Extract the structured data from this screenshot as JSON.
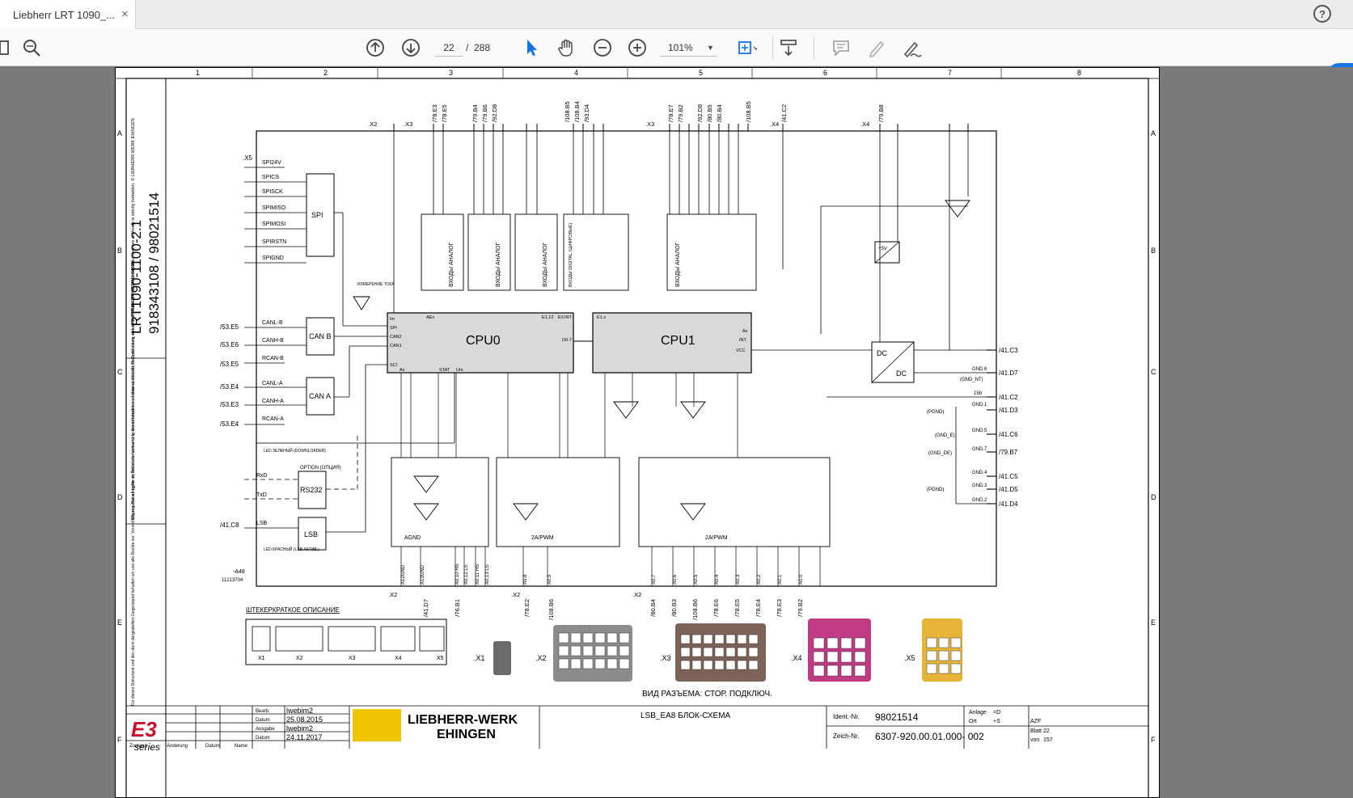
{
  "tab": {
    "title": "Liebherr LRT 1090_...",
    "close": "×"
  },
  "toolbar": {
    "page_current": "22",
    "page_sep": "/",
    "page_total": "288",
    "zoom": "101%",
    "help": "?"
  },
  "drawing": {
    "doc_number_lines": [
      "LRT1090-1100-2.1",
      "918343108  /  98021514"
    ],
    "columns": [
      "1",
      "2",
      "3",
      "4",
      "5",
      "6",
      "7",
      "8"
    ],
    "rows": [
      "A",
      "B",
      "C",
      "D",
      "E",
      "F"
    ],
    "cpu0": "CPU0",
    "cpu1": "CPU1",
    "blocks": {
      "spi": "SPI",
      "canb": "CAN B",
      "cana": "CAN A",
      "rs232": "RS232",
      "lsb": "LSB",
      "dc1": "DC",
      "dc2": "DC",
      "dc_small": "+5V"
    },
    "x5_pins": [
      "SPI24V",
      "SPICS",
      "SPISCK",
      "SPIMISO",
      "SPIMOSI",
      "SPIRSTN",
      "SPIGND"
    ],
    "x4_can": [
      "CANL-B",
      "CANH-B",
      "RCAN-B",
      "CANL-A",
      "CANH-A",
      "RCAN-A"
    ],
    "left_refs": [
      "/53.E5",
      "/53.E6",
      "/53.E5",
      "/53.E4",
      "/53.E3",
      "/53.E4",
      "/41.C8"
    ],
    "right_refs": [
      "/41.C3",
      "/41.D7",
      "/41.C2",
      "/41.D3",
      "/41.C6",
      "/79.B7",
      "/41.C5",
      "/41.D5",
      "/41.D4"
    ],
    "right_labels": [
      "GND.6",
      "(GND_NT)",
      "15b",
      "GND.1",
      "(PGND)",
      "GND.5",
      "(GND_E)",
      "GND.7",
      "(GND_DE)",
      "GND.4",
      "GND.3",
      "GND.2",
      "(PGND)"
    ],
    "top_refs": [
      ".X2",
      ".X3",
      "/78.E3",
      "/78.E5",
      "/79.B4",
      "/79.B6",
      "/92.D8",
      "/108.B5",
      "/108.B4",
      "/93.D4",
      ".X3",
      "/78.E7",
      "/79.B2",
      "/92.D8",
      "/80.B5",
      "/80.B4",
      "/108.B5",
      ".X4",
      "/41.C2",
      ".X4",
      "/79.B8"
    ],
    "bottom_refs": [
      ".X2",
      "/41.D7",
      "/76.B1",
      ".X2",
      "/78.E2",
      "/108.B6",
      ".X2",
      "/80.B4",
      "/80.B3",
      "/108.B6",
      "/78.E6",
      "/78.E5",
      "/78.E4",
      "/78.E3",
      "/79.B2"
    ],
    "bottom_signals": [
      "A12GND",
      "A13GND",
      "A0.10 HS",
      "A0.12 LS",
      "A0.11 HS",
      "A0.13 LS",
      "A0.8",
      "A0.9",
      "A0.7",
      "A0.6",
      "A0.5",
      "A0.4",
      "A0.3",
      "A0.2",
      "A0.1",
      "A0.0"
    ],
    "cpu_pins": [
      "Im",
      "SPI",
      "CAN2",
      "CAN1",
      "SCI",
      "Ax",
      "STAT",
      "Um",
      "AEx",
      "E1.12",
      "EX",
      "INT",
      "D0-7",
      "E1.x",
      "Ax",
      "INT",
      "VCC"
    ],
    "led_green": "LED ЗЕЛЕНЫЙ (DOWNLOADER)",
    "led_red": "LED КРАСНЫЙ (LSB АКТИВ.)",
    "option": "OPTION (ОПЦИЯ)",
    "rxd": "RxD",
    "txd": "TxD",
    "lsb_pin": "LSB",
    "a48": "-A48",
    "a48_num": "11213704",
    "plug_title": "ШТЕКЕРКРАТКОЕ ОПИСАНИЕ",
    "plug_labels": [
      "X1",
      "X2",
      "X3",
      "X4",
      "X5"
    ],
    "connector_labels": [
      ".X1",
      ".X2",
      ".X3",
      ".X4",
      ".X5"
    ],
    "connector_view": "ВИД РАЗЪЕМА: СТОР. ПОДКЛЮЧ.",
    "inputs_analog": "ВХОДЫ АНАЛОГ",
    "inputs_digital": "ВХОДЫ DIGITAL (ЦИФРОВЫЕ)",
    "measure": "ИЗМЕРЕНИЕ ТОКА",
    "copyright_left": "We reserve all rights in this document and in the information contained therein. Reproduction, use or disclosure to third parties without express authority is strictly forbidden. © LIEBHERR WERK EHINGEN",
    "copyright_de": "Für dieses Dokument und den darin dargestellten Gegenstand behalten wir uns alle Rechte vor. Vervielfältigung, Bekanntgabe an Dritte oder Verwertung seines Inhaltes sind ohne ausdrückliche Zustimmung verboten. © LIEBHERR WERK EHINGEN",
    "e3": "E3",
    "series": "series",
    "title_block": {
      "bearb": "Bearb.",
      "datum": "Datum",
      "ausgabe": "Ausgabe",
      "datum2": "Datum",
      "bearb_val": "lwebim2",
      "datum_val": "25.08.2015",
      "ausgabe_val": "lwebim2",
      "datum2_val": "24.11.2017",
      "zustand": "Zustand",
      "aenderung": "Änderung",
      "datum3": "Datum",
      "name": "Name",
      "company_1": "LIEBHERR-WERK",
      "company_2": "EHINGEN",
      "title": "LSB_EA8 БЛОК-СХЕМА",
      "ident_label": "Ident.-Nr.",
      "ident_val": "98021514",
      "zeich_label": "Zeich-Nr.",
      "zeich_val": "6307-920.00.01.000- 002",
      "anlage": "Anlage",
      "anlage_val": "=D",
      "ort": "Ort",
      "ort_val": "+S",
      "azf": "AZF",
      "blatt": "Blatt",
      "blatt_val": "22",
      "von": "von",
      "von_val": "157"
    }
  },
  "colors": {
    "accent": "#1473e6",
    "tab_bg": "#ececec",
    "viewer_bg": "#7a7a7a",
    "cpu_fill": "#d9d9d9",
    "x4_conn": "#c13a84",
    "x5_conn": "#e7b43a",
    "x3_conn": "#7d6258",
    "x2_conn": "#8c8c8c"
  }
}
